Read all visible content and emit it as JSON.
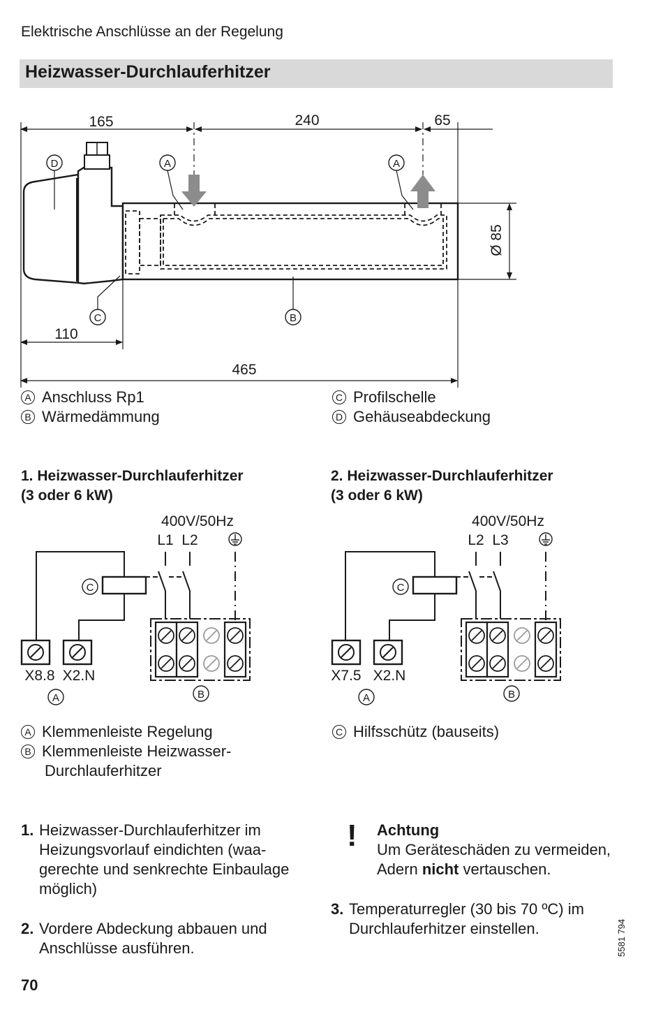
{
  "header": "Elektrische Anschlüsse an der Regelung",
  "section_title": "Heizwasser-Durchlauferhitzer",
  "drawing": {
    "dimensions": {
      "d165": "165",
      "d240": "240",
      "d65": "65",
      "d85": "Ø 85",
      "d110": "110",
      "d465": "465"
    },
    "callouts": {
      "a": "A",
      "b": "B",
      "c": "C",
      "d": "D"
    }
  },
  "legend_top": {
    "items": [
      {
        "key": "A",
        "text": "Anschluss Rp1"
      },
      {
        "key": "B",
        "text": "Wärmedämmung"
      },
      {
        "key": "C",
        "text": "Profilschelle"
      },
      {
        "key": "D",
        "text": "Gehäuseabdeckung"
      }
    ]
  },
  "wiring": [
    {
      "title_line1": "1. Heizwasser-Durchlauferhitzer",
      "title_line2": "(3 oder 6 kW)",
      "supply": "400V/50Hz",
      "phase1": "L1",
      "phase2": "L2",
      "terminal1": "X8.8",
      "terminal2": "X2.N",
      "label_a": "A",
      "label_b": "B",
      "label_c": "C"
    },
    {
      "title_line1": "2. Heizwasser-Durchlauferhitzer",
      "title_line2": "(3 oder 6 kW)",
      "supply": "400V/50Hz",
      "phase1": "L2",
      "phase2": "L3",
      "terminal1": "X7.5",
      "terminal2": "X2.N",
      "label_a": "A",
      "label_b": "B",
      "label_c": "C"
    }
  ],
  "legend_bottom": {
    "items": [
      {
        "key": "A",
        "text": "Klemmenleiste Regelung"
      },
      {
        "key": "B",
        "text_line1": "Klemmenleiste Heizwasser-",
        "text_line2": "Durchlauferhitzer"
      },
      {
        "key": "C",
        "text": "Hilfsschütz (bauseits)"
      }
    ]
  },
  "steps": {
    "s1": {
      "num": "1.",
      "text": "Heizwasser-Durchlauferhitzer im Heizungsvorlauf eindichten (waa­gerechte und senkrechte Einbau­lage möglich)"
    },
    "s2": {
      "num": "2.",
      "text": "Vordere Abdeckung abbauen und Anschlüsse ausführen."
    },
    "s3": {
      "num": "3.",
      "text": "Temperaturregler (30 bis 70 ºC) im Durchlauferhitzer einstellen."
    }
  },
  "warning": {
    "symbol": "!",
    "title": "Achtung",
    "text_before": "Um Geräteschäden zu vermei­den, Adern ",
    "text_bold": "nicht",
    "text_after": " vertauschen."
  },
  "page_number": "70",
  "doc_number": "5581 794"
}
